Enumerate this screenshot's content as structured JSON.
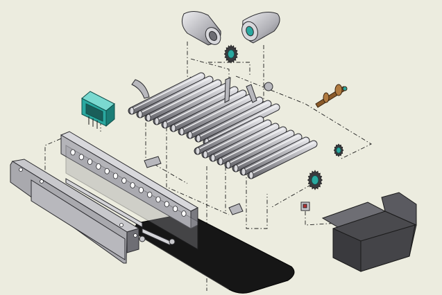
{
  "viewport": {
    "background": "#ececdf",
    "style": "isometric exploded assembly view"
  },
  "colors": {
    "metal_light": "#c8c8cc",
    "metal_mid": "#a9a9ae",
    "metal_dark": "#6e6e74",
    "edge": "#2a2a2e",
    "belt": "#161616",
    "teal": "#2aa8a0",
    "bronze": "#8a5a2a",
    "housing": "#4a4a4e"
  },
  "parts": [
    {
      "id": "turbine-housing-left",
      "icon": "jet-nacelle"
    },
    {
      "id": "turbine-housing-right",
      "icon": "jet-nacelle"
    },
    {
      "id": "sprocket-gear",
      "icon": "gear"
    },
    {
      "id": "roller-grid-upper",
      "icon": "roller-array"
    },
    {
      "id": "roller-grid-lower",
      "icon": "roller-array"
    },
    {
      "id": "control-panel",
      "icon": "keypad-box"
    },
    {
      "id": "main-frame",
      "icon": "perforated-frame"
    },
    {
      "id": "conveyor-belt",
      "icon": "belt"
    },
    {
      "id": "drive-shaft",
      "icon": "shaft"
    },
    {
      "id": "outlet-hopper",
      "icon": "hopper"
    },
    {
      "id": "sensor",
      "icon": "sensor-block"
    }
  ]
}
